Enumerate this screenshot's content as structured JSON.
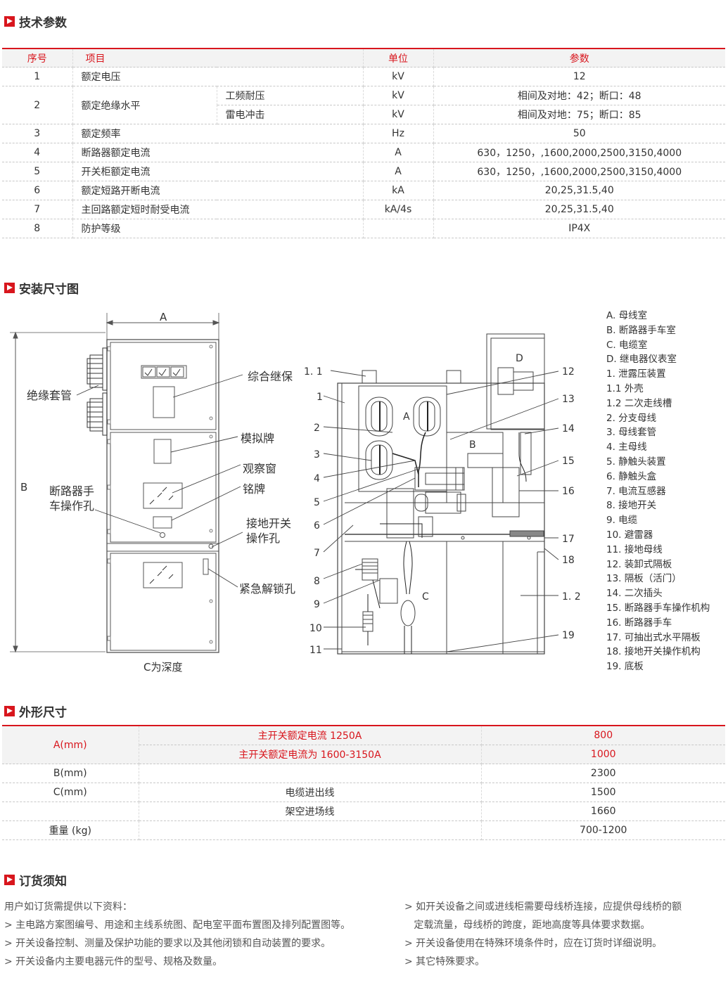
{
  "sections": {
    "tech": "技术参数",
    "install": "安装尺寸图",
    "dims": "外形尺寸",
    "order": "订货须知"
  },
  "tech": {
    "headers": [
      "序号",
      "项目",
      "单位",
      "参数"
    ],
    "rows": [
      {
        "no": "1",
        "item": "额定电压",
        "unit": "kV",
        "value": "12"
      },
      {
        "no": "2",
        "item": "额定绝缘水平",
        "sub1": "工频耐压",
        "unit1": "kV",
        "value1": "相间及对地：42；断口：48",
        "sub2": "雷电冲击",
        "unit2": "kV",
        "value2": "相间及对地：75；断口：85"
      },
      {
        "no": "3",
        "item": "额定频率",
        "unit": "Hz",
        "value": "50"
      },
      {
        "no": "4",
        "item": "断路器额定电流",
        "unit": "A",
        "value": "630，1250，,1600,2000,2500,3150,4000"
      },
      {
        "no": "5",
        "item": "开关柜额定电流",
        "unit": "A",
        "value": "630，1250，,1600,2000,2500,3150,4000"
      },
      {
        "no": "6",
        "item": "额定短路开断电流",
        "unit": "kA",
        "value": "20,25,31.5,40"
      },
      {
        "no": "7",
        "item": "主回路额定短时耐受电流",
        "unit": "kA/4s",
        "value": "20,25,31.5,40"
      },
      {
        "no": "8",
        "item": "防护等级",
        "unit": "",
        "value": "IP4X"
      }
    ]
  },
  "front_view": {
    "dim_a": "A",
    "dim_b": "B",
    "depth_note": "C为深度",
    "labels": {
      "bushing": "绝缘套管",
      "relay": "综合继保",
      "mimic": "模拟牌",
      "window": "观察窗",
      "nameplate": "铭牌",
      "breaker_hole_1": "断路器手",
      "breaker_hole_2": "车操作孔",
      "earth_hole_1": "接地开关",
      "earth_hole_2": "操作孔",
      "unlock": "紧急解锁孔"
    }
  },
  "side_view": {
    "rooms": {
      "a": "A",
      "b": "B",
      "c": "C",
      "d": "D"
    },
    "left_numbers": [
      "1. 1",
      "1",
      "2",
      "3",
      "4",
      "5",
      "6",
      "7",
      "8",
      "9",
      "10",
      "11"
    ],
    "right_numbers": [
      "12",
      "13",
      "14",
      "15",
      "16",
      "17",
      "18",
      "1. 2",
      "19"
    ]
  },
  "legend": [
    "A. 母线室",
    "B. 断路器手车室",
    "C. 电缆室",
    "D. 继电器仪表室",
    "1. 泄露压装置",
    "1.1 外壳",
    "1.2 二次走线槽",
    "2. 分支母线",
    "3. 母线套管",
    "4. 主母线",
    "5. 静触头装置",
    "6. 静触头盒",
    "7. 电流互感器",
    "8. 接地开关",
    "9. 电缆",
    "10. 避雷器",
    "11. 接地母线",
    "12. 装卸式隔板",
    "13. 隔板（活门）",
    "14. 二次插头",
    "15. 断路器手车操作机构",
    "16. 断路器手车",
    "17. 可抽出式水平隔板",
    "18. 接地开关操作机构",
    "19. 底板"
  ],
  "dims": {
    "a_label": "A(mm)",
    "a_row1_cond": "主开关额定电流 1250A",
    "a_row1_val": "800",
    "a_row2_cond": "主开关额定电流为 1600-3150A",
    "a_row2_val": "1000",
    "b_label": "B(mm)",
    "b_val": "2300",
    "c_label": "C(mm)",
    "c_row1_cond": "电缆进出线",
    "c_row1_val": "1500",
    "c_row2_cond": "架空进场线",
    "c_row2_val": "1660",
    "w_label": "重量 (kg)",
    "w_val": "700-1200"
  },
  "order": {
    "intro": "用户如订货需提供以下资料：",
    "left": [
      "> 主电路方案图编号、用途和主线系统图、配电室平面布置图及排列配置图等。",
      "> 开关设备控制、测量及保护功能的要求以及其他闭锁和自动装置的要求。",
      "> 开关设备内主要电器元件的型号、规格及数量。"
    ],
    "right": [
      "> 如开关设备之间或进线柜需要母线桥连接，应提供母线桥的额",
      "   定载流量，母线桥的跨度，距地高度等具体要求数据。",
      "> 开关设备使用在特殊环境条件时，应在订货时详细说明。",
      "> 其它特殊要求。"
    ]
  }
}
